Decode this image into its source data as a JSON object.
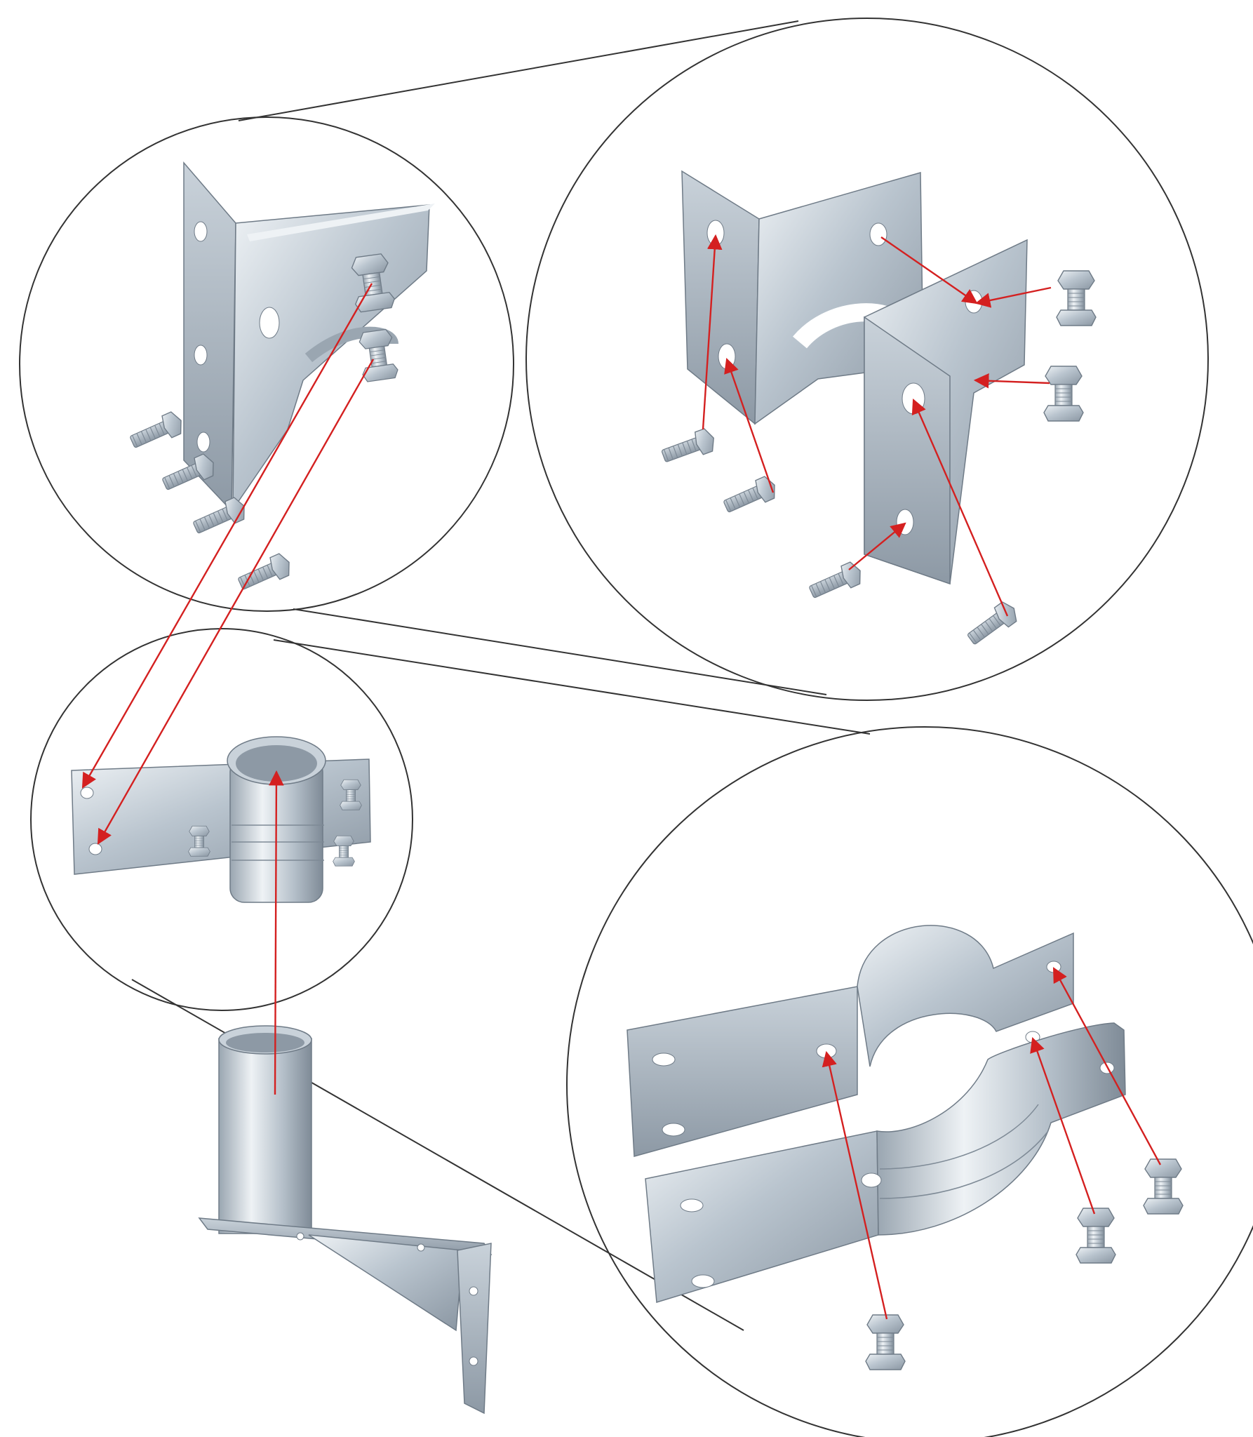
{
  "colors": {
    "background": "#ffffff",
    "outline": "#333333",
    "arrow": "#d42020",
    "steel_light": "#dfe5ea",
    "steel_mid": "#b4bfc9",
    "steel_dark": "#7e8a96",
    "hole": "#ffffff"
  },
  "figure": {
    "description_hidden": "",
    "parts": [
      "wall-mount-bracket",
      "pipe-clamp",
      "angle-bracket-detail",
      "split-angle-bracket-detail",
      "split-clamp-detail"
    ],
    "icons": [
      "bolt-icon",
      "nut-icon",
      "arrow-icon"
    ]
  }
}
